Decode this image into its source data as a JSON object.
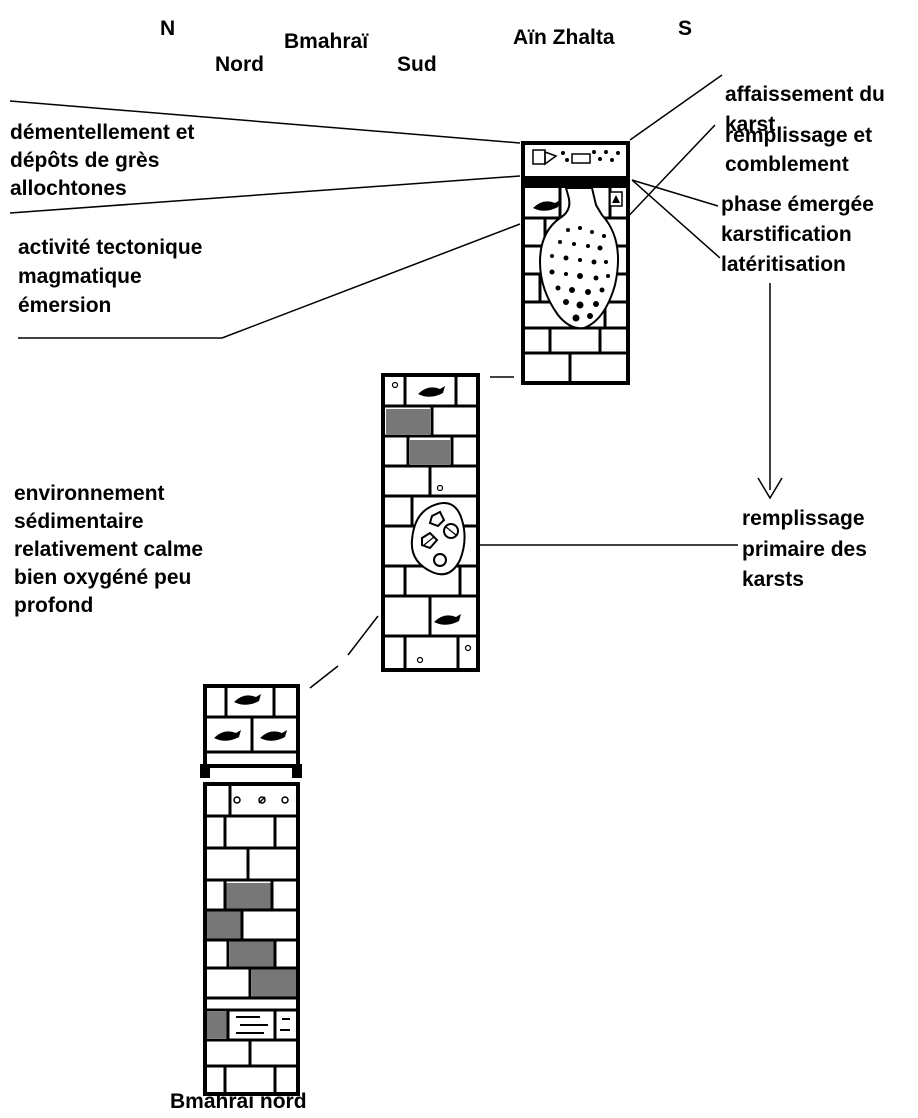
{
  "header": {
    "north": "N",
    "south": "S",
    "section_bmahrai": "Bmahraï",
    "section_ain_zhalta": "Aïn Zhalta",
    "nord": "Nord",
    "sud": "Sud"
  },
  "left_annotations": {
    "dismantling": [
      "démentellement et",
      "dépôts  de grès",
      "allochtones"
    ],
    "tectonic": [
      "activité tectonique",
      "magmatique",
      "émersion"
    ],
    "environment": [
      "environnement",
      "sédimentaire",
      "relativement calme",
      "bien oxygéné peu",
      "profond"
    ]
  },
  "right_annotations": {
    "collapse": [
      "affaissement du",
      "karst"
    ],
    "filling": [
      "remplissage et",
      "comblement"
    ],
    "emerged": [
      "phase émergée",
      "karstification",
      "latéritisation"
    ],
    "primary_fill": [
      "remplissage",
      "primaire des",
      "karsts"
    ]
  },
  "footer": {
    "column_label": "Bmahraï nord"
  },
  "colors": {
    "stroke": "#000000",
    "gray_block": "#777777",
    "background": "#ffffff"
  }
}
